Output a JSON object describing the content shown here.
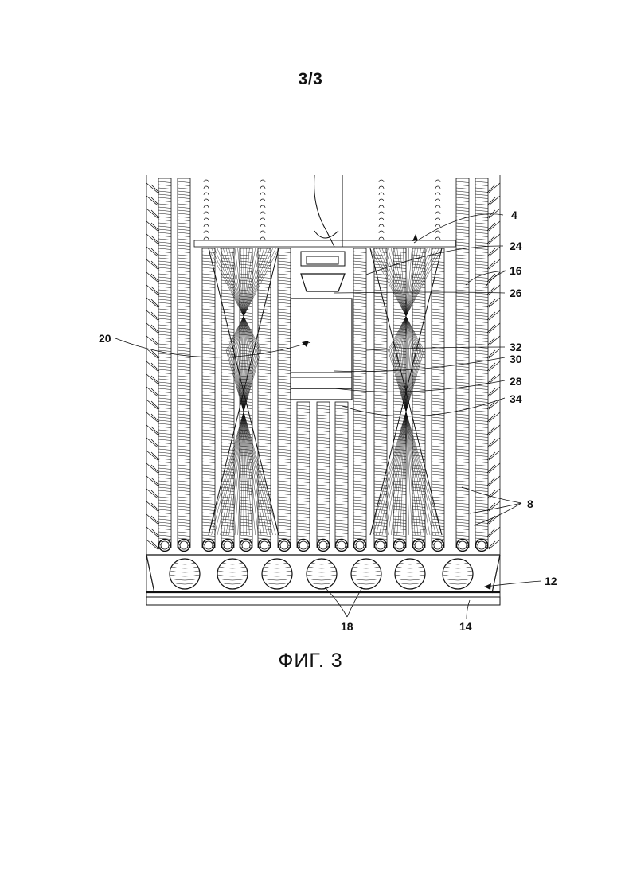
{
  "page": {
    "sheet_number": "3/3",
    "figure_caption": "ФИГ. 3"
  },
  "labels": {
    "l4": "4",
    "l24": "24",
    "l16": "16",
    "l26": "26",
    "l20": "20",
    "l32": "32",
    "l30": "30",
    "l28": "28",
    "l34": "34",
    "l8": "8",
    "l12": "12",
    "l18": "18",
    "l14": "14"
  },
  "colors": {
    "ink": "#111111",
    "paper": "#ffffff"
  }
}
